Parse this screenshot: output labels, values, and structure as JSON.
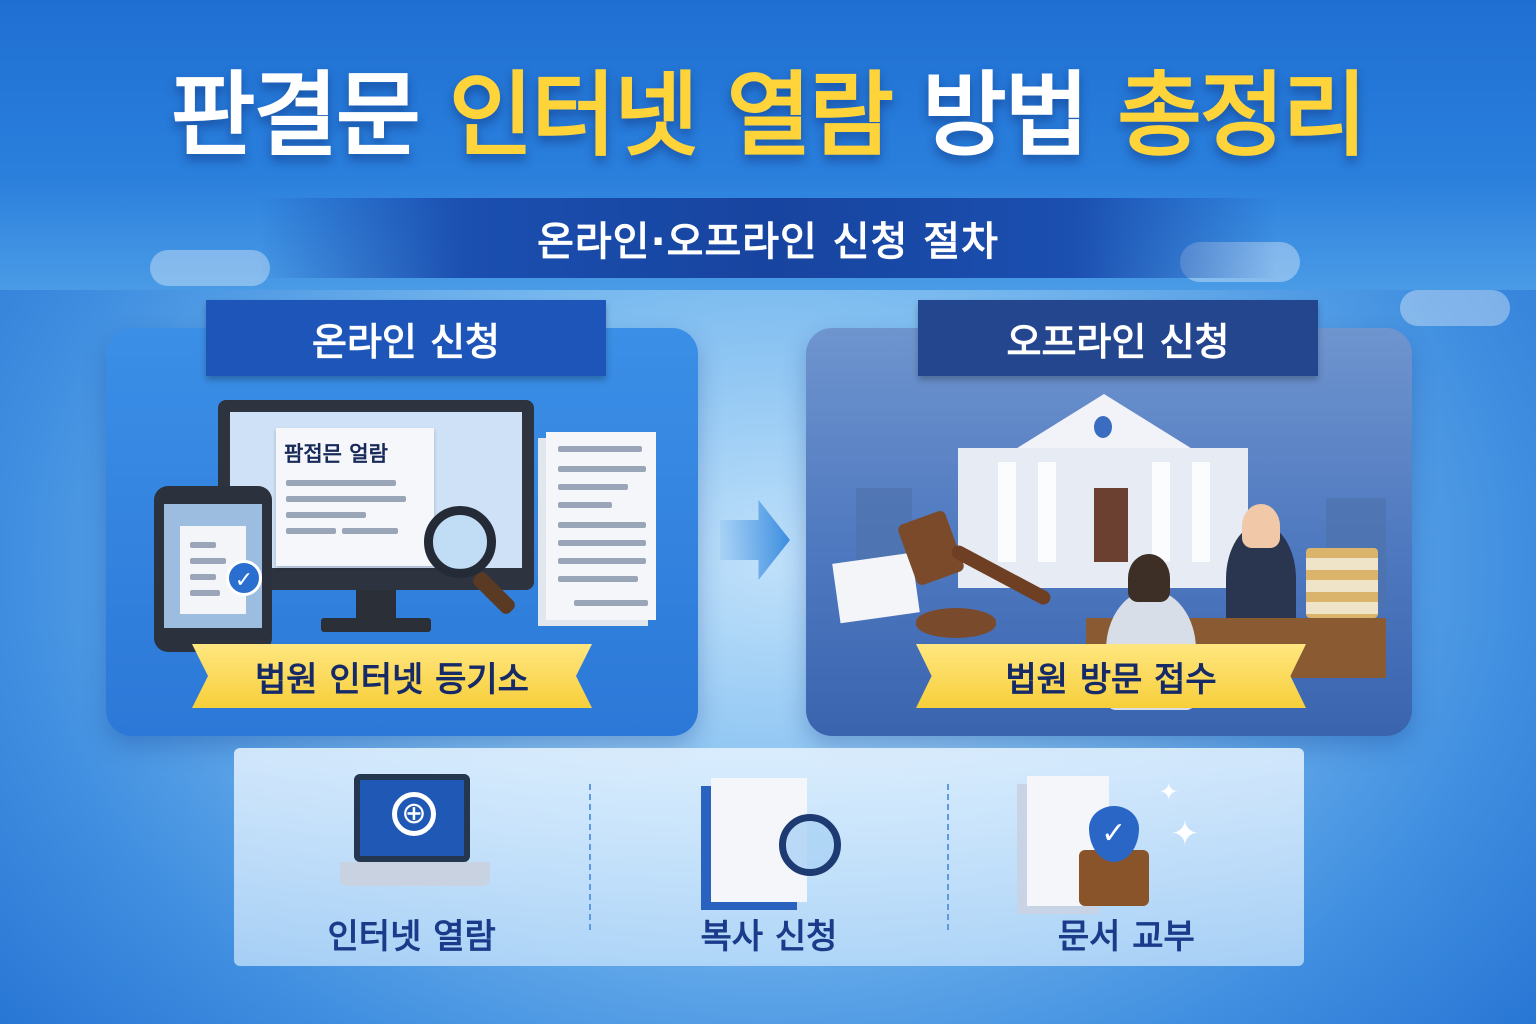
{
  "header": {
    "title_parts": [
      {
        "text": "판결문 ",
        "color": "white"
      },
      {
        "text": "인터넷 열람 ",
        "color": "yellow"
      },
      {
        "text": "방법 ",
        "color": "white"
      },
      {
        "text": "총정리",
        "color": "yellow"
      }
    ],
    "subtitle": "온라인·오프라인 신청 절차"
  },
  "panels": {
    "online": {
      "title": "온라인 신청",
      "screen_card_title": "팜접믄 얼람",
      "ribbon": "법원 인터넷 등기소",
      "icons": [
        "monitor-icon",
        "smartphone-icon",
        "document-icon",
        "magnifier-icon",
        "check-badge-icon"
      ]
    },
    "offline": {
      "title": "오프라인 신청",
      "ribbon": "법원 방문 접수",
      "icons": [
        "courthouse-icon",
        "gavel-icon",
        "clerk-desk-illustration",
        "books-icon"
      ]
    }
  },
  "arrow": {
    "icon": "arrow-right-icon"
  },
  "features": [
    {
      "label": "인터넷 열람",
      "icon": "laptop-globe-icon"
    },
    {
      "label": "복사 신청",
      "icon": "document-search-icon"
    },
    {
      "label": "문서 교부",
      "icon": "document-books-check-icon"
    }
  ],
  "colors": {
    "background_blue": "#2a7fdc",
    "title_yellow": "#ffd43a",
    "banner_blue": "#1d56b8",
    "banner_navy": "#24468f",
    "ribbon_yellow": "#f7cf3a",
    "label_navy": "#1a3a8a"
  }
}
